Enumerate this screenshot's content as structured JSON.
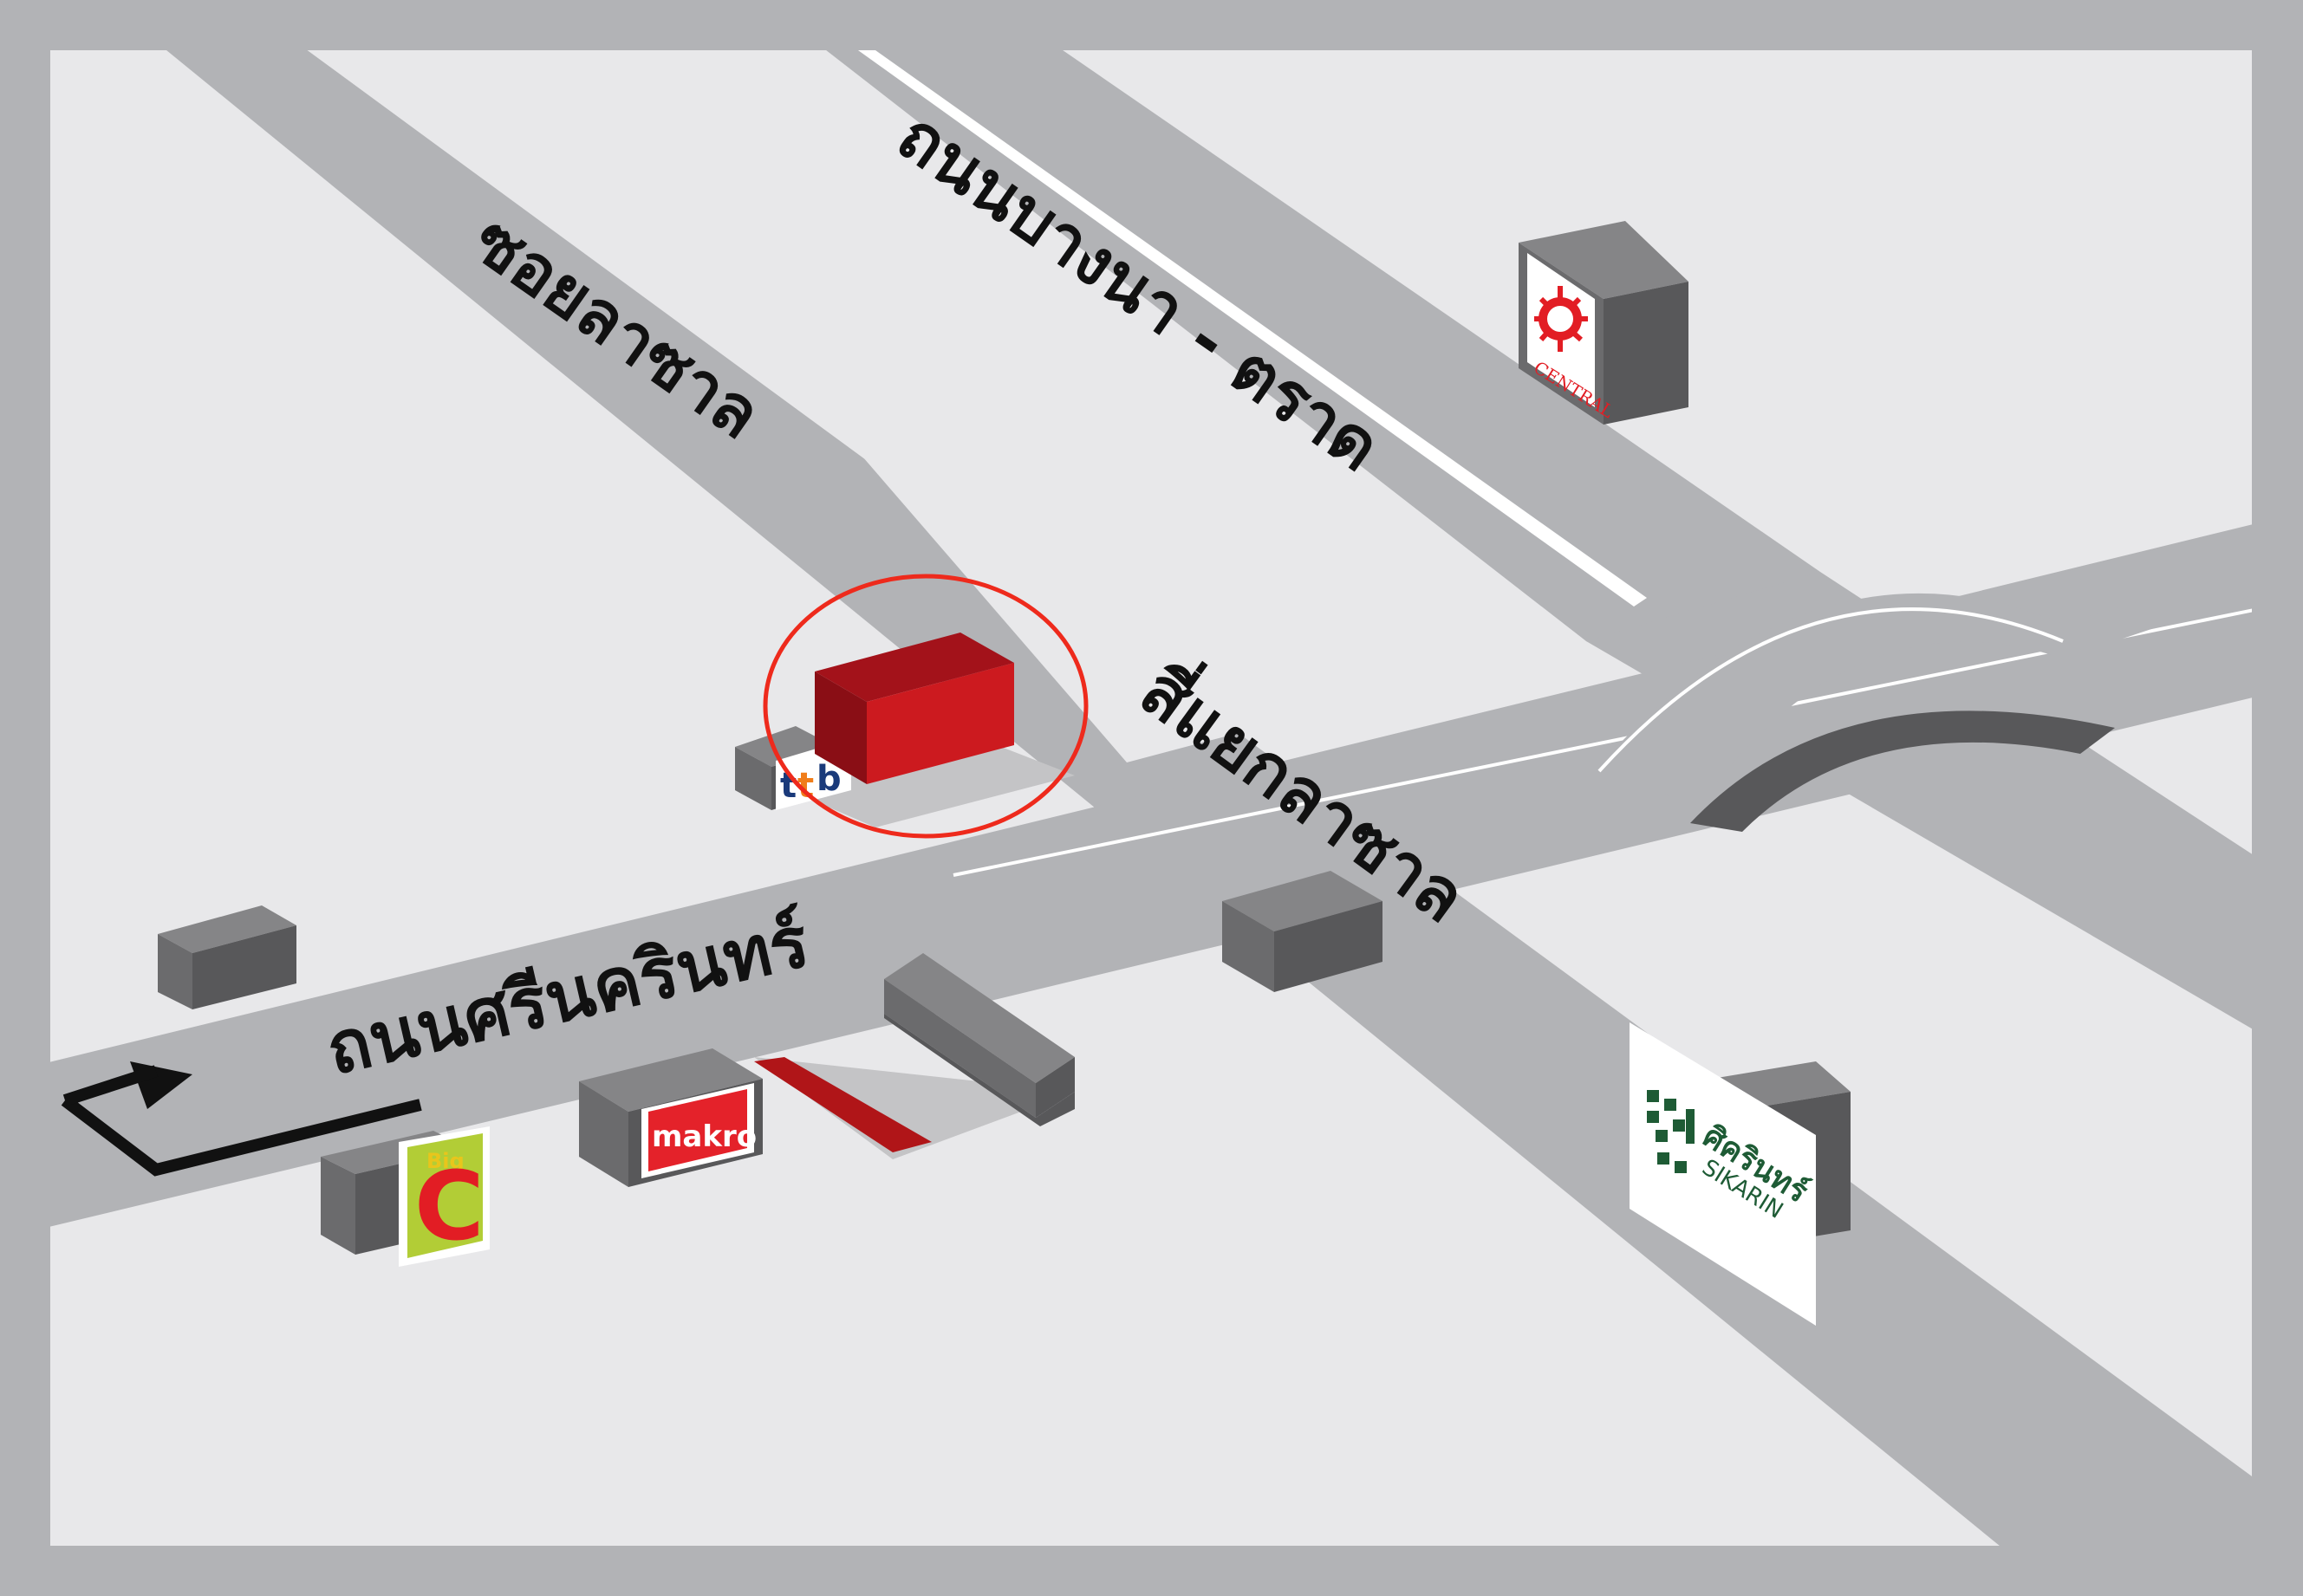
{
  "map": {
    "roads": {
      "srinakarin": "ถนนศรีนครินทร์",
      "soi_lasalle": "ซอยลาซาล",
      "bangna_trat": "ถนนบางนา - ตราด",
      "lasalle_intersection": "สี่แยกลาซาล"
    },
    "landmarks": {
      "central": "CENTRAL",
      "makro": "makro",
      "bigc_small": "Big",
      "bigc_big": "C",
      "ttb_t1": "t",
      "ttb_t2": "t",
      "ttb_b": "b",
      "sikarin_thai": "ศิครินทร์",
      "sikarin_en": "SIKARIN"
    },
    "colors": {
      "road": "#b2b3b6",
      "ground": "#e8e8ea",
      "building": "#6b6b6d",
      "target": "#cc1a1f",
      "circle": "#ee2a1c"
    }
  }
}
